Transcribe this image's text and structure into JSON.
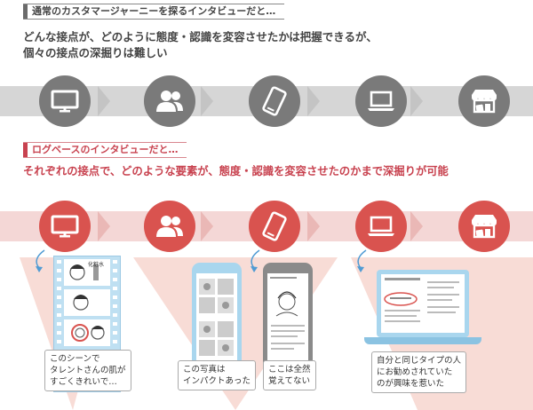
{
  "header": {
    "tag_normal": "通常のカスタマージャーニーを探るインタビューだと…",
    "lead_normal_line1": "どんな接点が、どのように態度・認識を変容させたかは把握できるが、",
    "lead_normal_line2": "個々の接点の深掘りは難しい",
    "tag_log": "ログベースのインタビューだと…",
    "lead_log": "それぞれの接点で、どのような要素が、態度・認識を変容させたのかまで深掘りが可能"
  },
  "touchpoints": [
    {
      "icon": "tv-icon"
    },
    {
      "icon": "people-icon"
    },
    {
      "icon": "smartphone-icon"
    },
    {
      "icon": "laptop-icon"
    },
    {
      "icon": "store-icon"
    }
  ],
  "captions": {
    "tv": [
      "このシーンで",
      "タレントさんの肌が",
      "すごくきれいで…"
    ],
    "photo": [
      "この写真は",
      "インパクトあった"
    ],
    "missing": [
      "ここは全然",
      "覚えてない"
    ],
    "pc": [
      "自分と同じタイプの人",
      "にお勧めされていた",
      "のが興味を惹いた"
    ]
  },
  "film_label": "化粧水",
  "colors": {
    "gray_node": "#7a7a7a",
    "red_node": "#d9534f",
    "accent_red": "#c8424f",
    "band_gray": "#d6d6d6",
    "band_pink": "#f4d7d6"
  }
}
